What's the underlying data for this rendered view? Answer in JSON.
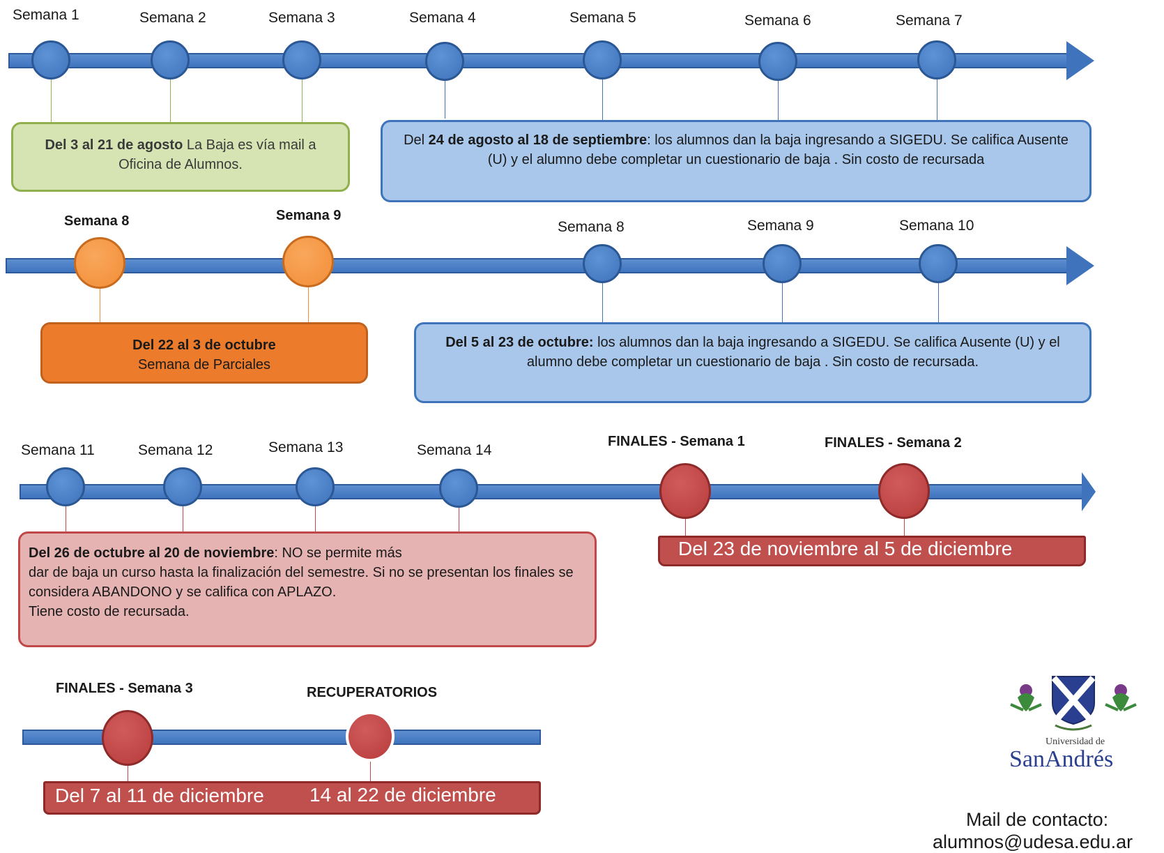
{
  "row1": {
    "weeks": [
      "Semana 1",
      "Semana 2",
      "Semana 3",
      "Semana 4",
      "Semana 5",
      "Semana 6",
      "Semana 7"
    ],
    "box_green": {
      "bold": "Del 3 al 21 de agosto",
      "rest": " La Baja es vía mail a Oficina de Alumnos."
    },
    "box_blue": {
      "pre": "Del ",
      "bold": "24 de agosto al 18 de septiembre",
      "rest": ": los alumnos dan la baja ingresando a SIGEDU. Se califica Ausente (U) y el alumno debe completar un cuestionario de baja . Sin costo de recursada"
    }
  },
  "row2": {
    "weeks_left": [
      "Semana 8",
      "Semana 9"
    ],
    "weeks_right": [
      "Semana 8",
      "Semana 9",
      "Semana 10"
    ],
    "box_orange": {
      "bold": "Del 22 al 3 de octubre",
      "rest": "Semana de Parciales"
    },
    "box_blue": {
      "bold": "Del 5 al 23 de octubre:",
      "rest": " los alumnos dan la baja ingresando a SIGEDU. Se califica Ausente (U) y el alumno debe completar un cuestionario de baja . Sin costo de recursada."
    }
  },
  "row3": {
    "weeks": [
      "Semana 11",
      "Semana 12",
      "Semana 13",
      "Semana 14"
    ],
    "finals": [
      "FINALES - Semana 1",
      "FINALES - Semana 2"
    ],
    "box_pink": {
      "bold": "Del 26 de octubre al 20 de noviembre",
      "rest1": ":  NO se permite más",
      "rest2": "dar de baja un curso hasta la finalización del semestre. Si no se presentan los finales se considera ABANDONO y se califica con APLAZO.",
      "rest3": "Tiene costo de recursada."
    },
    "box_red": "Del 23  de noviembre al 5 de diciembre"
  },
  "row4": {
    "finals": "FINALES - Semana 3",
    "recup": "RECUPERATORIOS",
    "box_red_1": "Del 7 al 11 de diciembre",
    "box_red_2": "14 al 22 de diciembre"
  },
  "footer": {
    "logo_text_1": "Universidad de",
    "logo_text_2": "SanAndrés",
    "contact_1": "Mail de contacto:",
    "contact_2": "alumnos@udesa.edu.ar"
  },
  "colors": {
    "blue": "#3f74bd",
    "orange": "#f28e37",
    "red": "#c0504d",
    "green": "#d6e4b3"
  }
}
